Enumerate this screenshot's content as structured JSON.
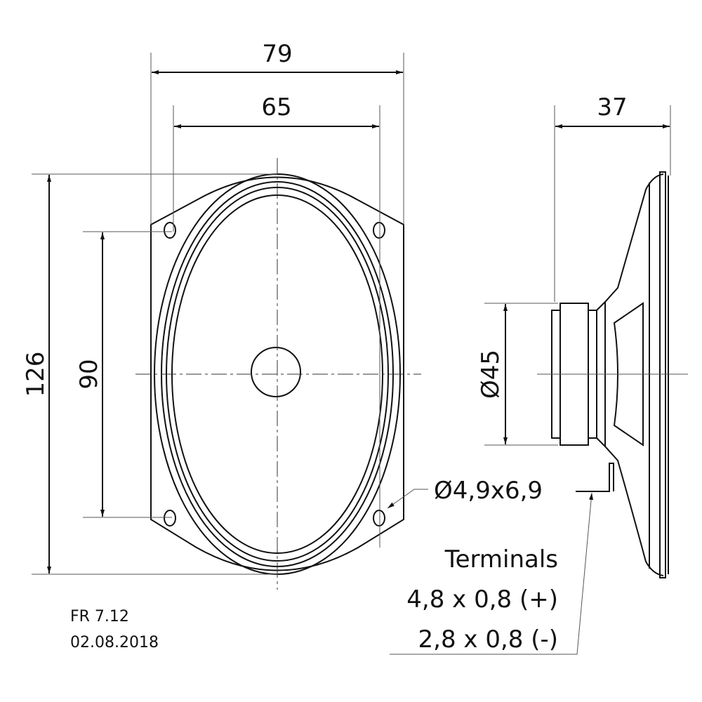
{
  "dimensions": {
    "width_outer": "79",
    "width_mount": "65",
    "depth": "37",
    "height_outer": "126",
    "height_mount": "90",
    "magnet_diameter": "Ø45",
    "hole_size": "Ø4,9x6,9"
  },
  "terminals": {
    "title": "Terminals",
    "plus": "4,8 x 0,8 (+)",
    "minus": "2,8 x 0,8 (-)"
  },
  "footer": {
    "model": "FR 7.12",
    "date": "02.08.2018"
  }
}
